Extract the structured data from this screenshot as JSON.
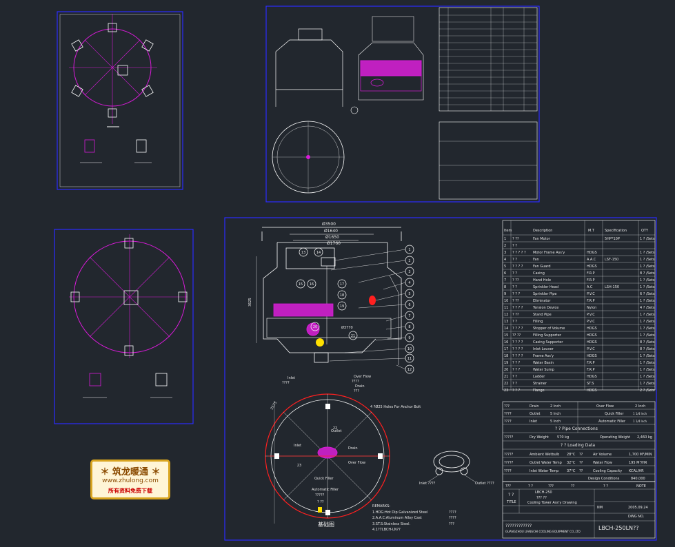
{
  "colors": {
    "background": "#22272e",
    "frame": "#1f1fff",
    "drawing": "#ffffff",
    "accent": "#d81bd8",
    "red": "#ff2020",
    "yellow": "#ffe000"
  },
  "logo": {
    "title": "＊ 筑龙暖通 ＊",
    "url": "www.zhulong.com",
    "slogan": "所有资料免费下载"
  },
  "main": {
    "dimensions": {
      "top": "Ø3500",
      "d1": "Ø1640",
      "d2": "Ø1650",
      "d3": "Ø1760",
      "height": "3625",
      "side": "Ø3770"
    },
    "callouts": [
      "1",
      "2",
      "3",
      "4",
      "5",
      "6",
      "7",
      "8",
      "9",
      "10",
      "11",
      "12",
      "13",
      "14",
      "15",
      "16",
      "17",
      "18",
      "19",
      "20",
      "21",
      "22",
      "23"
    ],
    "side_labels": [
      "Inlet",
      "????",
      "Over Flow",
      "????",
      "Drain",
      "???"
    ],
    "plan_labels": [
      "Outlet",
      "Inlet",
      "Drain",
      "Over Flow",
      "Quick Filler",
      "Automatic Filler",
      "?????",
      "? ??"
    ],
    "anchor_note": "4 ?Ø25 Holes For Anchor Bolt",
    "plan_dim": "2573",
    "plan_caption": "基础图",
    "remarks": {
      "title": "REMARKS:",
      "lines": [
        "1.HDG:Hot Dip Galvanized Steel",
        "2.A.A.C:Aluminum Alloy Cast",
        "3.ST.S:Stainless Steel.",
        "4.1?7LBCH-LN??"
      ],
      "right": [
        "????",
        "????",
        "???"
      ]
    },
    "ring_labels": {
      "inlet": "Inlet ????",
      "outlet": "Outlet ????"
    }
  },
  "parts": {
    "headers": [
      "Item",
      "Description",
      "M.T",
      "Specification",
      "QTY"
    ],
    "rows": [
      [
        "1",
        "? ??",
        "Fan Motor",
        "",
        "5HP*10P",
        "1 ? /Sets"
      ],
      [
        "2",
        "? ?",
        "",
        "",
        "",
        ""
      ],
      [
        "3",
        "? ? ? ? ?",
        "Motor Frame Ass'y",
        "HDGS",
        "",
        "1 ? /Sets"
      ],
      [
        "4",
        "? ?",
        "Fan",
        "A.A.C",
        "LSF-150",
        "1 ? /Sets"
      ],
      [
        "5",
        "? ? ? ?",
        "Fan Guard",
        "HDGS",
        "",
        "1 ? /Sets"
      ],
      [
        "6",
        "? ?",
        "Casing",
        "F.R.P",
        "",
        "8 ? /Sets"
      ],
      [
        "7",
        "? ??",
        "Hand Hole",
        "F.R.P",
        "",
        "1 ? /Sets"
      ],
      [
        "8",
        "? ?",
        "Sprinkler Head",
        "A.C",
        "LSH-150",
        "1 ? /Sets"
      ],
      [
        "9",
        "? ? ?",
        "Sprinkler Pipe",
        "P.V.C",
        "",
        "6 ? /Sets"
      ],
      [
        "10",
        "? ??",
        "Eliminator",
        "F.R.P",
        "",
        "1 ? /Sets"
      ],
      [
        "11",
        "? ? ? ?",
        "Tension Device",
        "Nylon",
        "",
        "4 ? /Sets"
      ],
      [
        "12",
        "? ??",
        "Stand Pipe",
        "P.V.C",
        "",
        "1 ? /Sets"
      ],
      [
        "13",
        "? ?",
        "Filling",
        "P.V.C",
        "",
        "1 ? /Sets"
      ],
      [
        "14",
        "? ? ? ?",
        "Stopper of Volume",
        "HDGS",
        "",
        "1 ? /Sets"
      ],
      [
        "15",
        "?? ??",
        "Filling Supporter",
        "HDGS",
        "",
        "1 ? /Sets"
      ],
      [
        "16",
        "? ? ? ?",
        "Casing Supporter",
        "HDGS",
        "",
        "8 ? /Sets"
      ],
      [
        "17",
        "? ? ? ?",
        "Inlet Louver",
        "P.V.C",
        "",
        "8 ? /Sets"
      ],
      [
        "18",
        "? ? ? ?",
        "Frame Ass'y",
        "HDGS",
        "",
        "1 ? /Sets"
      ],
      [
        "19",
        "? ? ?",
        "Water Basin",
        "F.R.P",
        "",
        "1 ? /Sets"
      ],
      [
        "20",
        "? ? ?",
        "Water Sump",
        "F.R.P",
        "",
        "1 ? /Sets"
      ],
      [
        "21",
        "? ?",
        "Ladder",
        "HDGS",
        "",
        "1 ? /Sets"
      ],
      [
        "22",
        "? ?",
        "Strainer",
        "ST.S",
        "",
        "1 ? /Sets"
      ],
      [
        "23",
        "? ? ?",
        "Flange",
        "HDGS",
        "",
        "2 ? /Sets"
      ]
    ]
  },
  "pipe_table": {
    "rows": [
      [
        "???",
        "Drain",
        "2 Inch",
        "Over Flow",
        "2 Inch"
      ],
      [
        "????",
        "Outlet",
        "5 Inch",
        "",
        "Quick Filler",
        "1 1/4 Inch"
      ],
      [
        "????",
        "Inlet",
        "5 Inch",
        "",
        "Automatic Filler",
        "1 1/4 Inch"
      ]
    ],
    "pipe_title": "? ?     Pipe Connections",
    "weights": {
      "dry_label": "?????",
      "dry": "Dry Weight",
      "dry_val": "570 kg",
      "op": "Operating Weight",
      "op_val": "2,460 kg"
    },
    "loading_title": "? ?     Loading Data",
    "design": [
      [
        "?????",
        "Ambient Wetbulb",
        "28°C",
        "??",
        "Air Volume",
        "1,700 M³/MIN"
      ],
      [
        "?????",
        "Outlet Water Temp",
        "32°C",
        "??",
        "Water Flow",
        "195 M³/HR"
      ],
      [
        "????",
        "Inlet Water Temp",
        "37°C",
        "??",
        "Cooling Capacity",
        "KCAL/HR"
      ]
    ],
    "design_title": "Design Conditions",
    "capacity_val": "840,000"
  },
  "title_block": {
    "col_labels": [
      "???",
      "? ?",
      "???",
      "??",
      "? ?",
      "NOTE"
    ],
    "title_cn": "? ?",
    "title_label": "TITLE",
    "model": "LBCH-250",
    "title_main": "??? ??",
    "title_en": "Cooling Tower Ass'y Drawing",
    "scale_label": "NM",
    "date": "2005.09.24",
    "dwg_label": "DWG NO.",
    "company_cn": "????????????",
    "company_en": "GUANGZHOU LIANGCHI COOLING EQUIPMENT CO.,LTD",
    "dwg_no": "LBCH-250LN??"
  }
}
